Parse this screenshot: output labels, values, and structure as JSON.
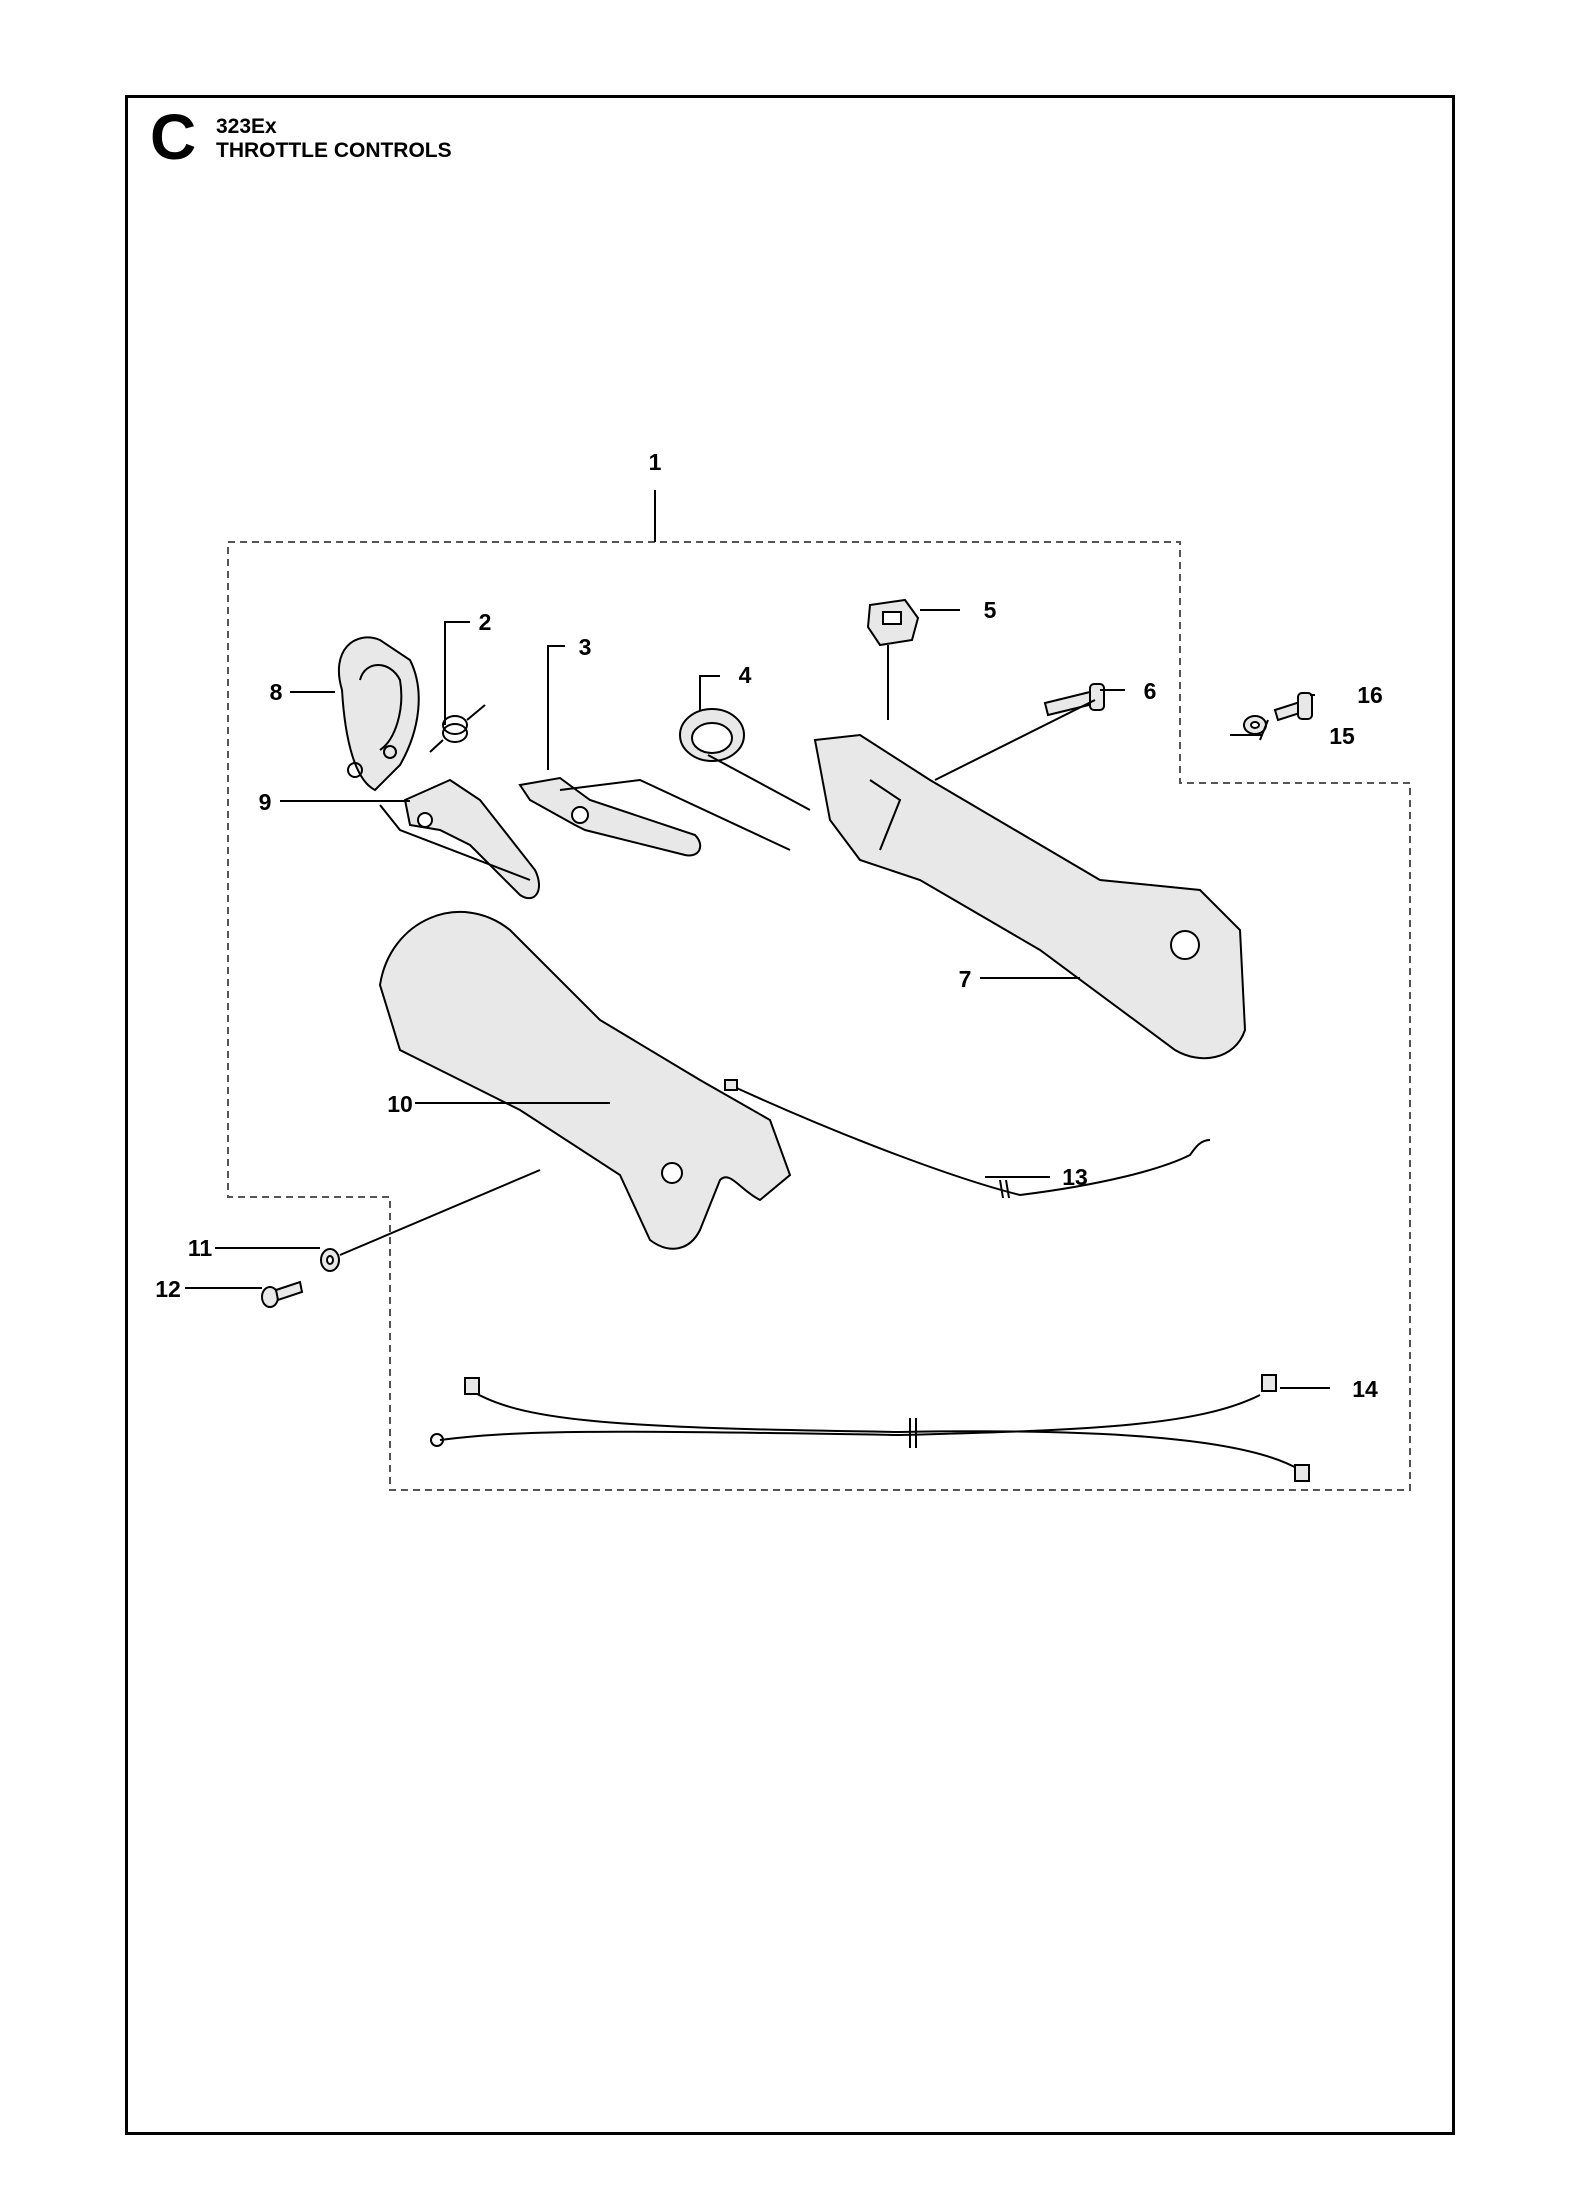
{
  "header": {
    "section_letter": "C",
    "model": "323Ex",
    "title": "THROTTLE CONTROLS"
  },
  "callouts": [
    "1",
    "2",
    "3",
    "4",
    "5",
    "6",
    "7",
    "8",
    "9",
    "10",
    "11",
    "12",
    "13",
    "14",
    "15",
    "16"
  ]
}
